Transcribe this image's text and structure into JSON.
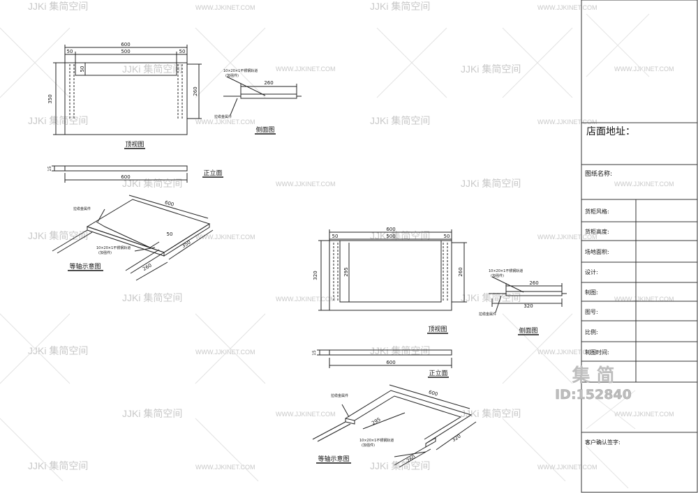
{
  "watermark": {
    "brand": "JJKi 集简空间",
    "url": "WWW.JJKINET.COM",
    "stamp_chars": "集 简",
    "stamp_id": "ID:152840"
  },
  "drawing_a": {
    "plan_title": "顶视图",
    "side_title": "侧面图",
    "front_title": "正立面",
    "iso_title": "等轴示意图",
    "dim_total_width": "600",
    "dim_inner": "500",
    "dim_left": "50",
    "dim_right": "50",
    "dim_depth": "350",
    "dim_rail_len": "260",
    "dim_notch": "50",
    "dim_front_h": "15",
    "dim_front_w": "600",
    "side_note": "10×20×1不锈钢轨道",
    "side_note2": "(加强件)",
    "side_note3": "拉缆金属件",
    "side_dim": "260",
    "iso_note": "拉缆金属件",
    "iso_note2": "10×20×1不锈钢轨道",
    "iso_note3": "(加强件)",
    "iso_dim_600": "600",
    "iso_dim_350": "350",
    "iso_dim_260": "260",
    "iso_dim_50": "50"
  },
  "drawing_b": {
    "plan_title": "顶视图",
    "side_title": "侧面图",
    "front_title": "正立面",
    "iso_title": "等轴示意图",
    "dim_total_width": "600",
    "dim_left": "50",
    "dim_right": "50",
    "dim_inner": "500",
    "dim_depth": "320",
    "dim_rail_len": "295",
    "dim_rail_len2": "260",
    "dim_front_h": "15",
    "dim_front_w": "600",
    "side_note": "10×20×1不锈钢轨道",
    "side_note2": "(加强件)",
    "side_note3": "拉缆金属件",
    "side_dim_top": "260",
    "side_dim_bottom": "320",
    "iso_note": "拉缆金属件",
    "iso_note2": "10×20×1不锈钢轨道",
    "iso_note3": "(加强件)",
    "iso_dim_600": "600",
    "iso_dim_295": "295",
    "iso_dim_320": "320",
    "iso_dim_260": "260"
  },
  "title_block": {
    "store_address": "店面地址：",
    "drawing_name": "图纸名称:",
    "rows": [
      "货柜风格:",
      "货柜高度:",
      "场地面积:",
      "设计:",
      "制图:",
      "图号:",
      "比例:",
      "制图时间:"
    ],
    "customer_sign": "客户确认签字:"
  }
}
